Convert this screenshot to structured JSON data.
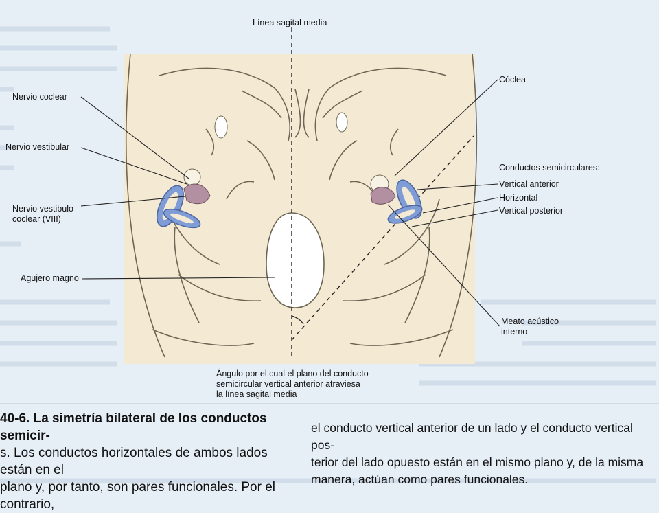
{
  "labels": {
    "midline": "Línea sagital media",
    "coclea": "Cóclea",
    "nervio_coclear": "Nervio coclear",
    "nervio_vestibular": "Nervio vestibular",
    "nervio_vestibulo_coclear": "Nervio vestibulo-\ncoclear (VIII)",
    "conductos_title": "Conductos semicirculares:",
    "vertical_anterior": "Vertical anterior",
    "horizontal": "Horizontal",
    "vertical_posterior": "Vertical posterior",
    "agujero_magno": "Agujero magno",
    "meato": "Meato acústico\ninterno",
    "angulo": "Ángulo por el cual el plano del conducto\nsemicircular vertical anterior atraviesa\nla línea sagital media"
  },
  "caption": {
    "number": "40-6.",
    "title": "La simetría bilateral de los conductos semicir-",
    "left_line2": "s. Los conductos horizontales de ambos lados están en el",
    "left_line3": "plano y, por tanto, son pares funcionales. Por el contrario,",
    "right_line1": "el conducto vertical anterior de un lado y el conducto vertical pos-",
    "right_line2": "terior del lado opuesto están en el mismo plano y, de la misma",
    "right_line3": "manera, actúan como pares funcionales."
  },
  "colors": {
    "background": "#e6eef6",
    "skull": "#f4ead3",
    "canal": "#7f9cd6",
    "nerve": "#b38fa2",
    "line": "#222222"
  }
}
